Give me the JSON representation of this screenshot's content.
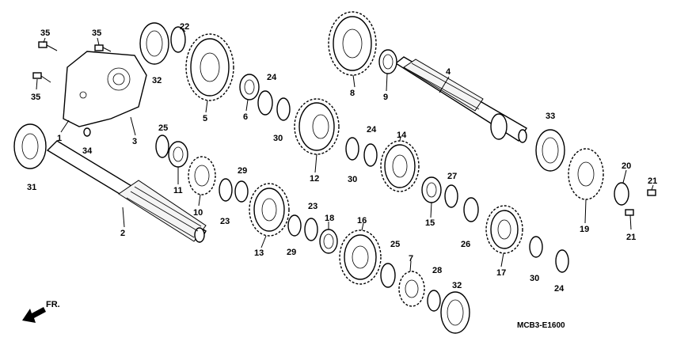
{
  "diagram_code": "MCB3-E1600",
  "direction_label": "FR.",
  "callouts": {
    "c1": "1",
    "c2": "2",
    "c3": "3",
    "c4": "4",
    "c5": "5",
    "c6": "6",
    "c7": "7",
    "c8": "8",
    "c9": "9",
    "c10": "10",
    "c11": "11",
    "c12": "12",
    "c13": "13",
    "c14": "14",
    "c15": "15",
    "c16": "16",
    "c17": "17",
    "c18": "18",
    "c19": "19",
    "c20": "20",
    "c21a": "21",
    "c21b": "21",
    "c22": "22",
    "c23a": "23",
    "c23b": "23",
    "c24a": "24",
    "c24b": "24",
    "c24c": "24",
    "c25a": "25",
    "c25b": "25",
    "c26": "26",
    "c27": "27",
    "c28": "28",
    "c29a": "29",
    "c29b": "29",
    "c30a": "30",
    "c30b": "30",
    "c30c": "30",
    "c31": "31",
    "c32a": "32",
    "c32b": "32",
    "c33": "33",
    "c34": "34",
    "c35a": "35",
    "c35b": "35",
    "c35c": "35"
  }
}
